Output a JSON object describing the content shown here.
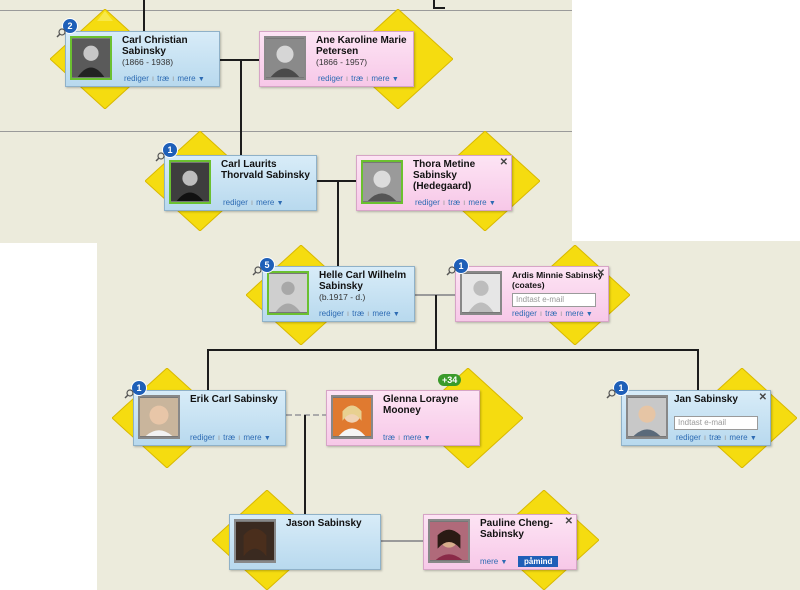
{
  "people": {
    "carl_christian": {
      "name": "Carl Christian Sabinsky",
      "years": "(1866 - 1938)",
      "badge": "2"
    },
    "ane_karoline": {
      "name": "Ane Karoline Marie Petersen",
      "years": "(1866 - 1957)"
    },
    "carl_laurits": {
      "name": "Carl Laurits Thorvald Sabinsky",
      "badge": "1"
    },
    "thora": {
      "name": "Thora Metine Sabinsky (Hedegaard)"
    },
    "helle_carl": {
      "name": "Helle Carl Wilhelm Sabinsky",
      "years": "(b.1917 - d.)",
      "badge": "5"
    },
    "ardis": {
      "name": "Ardis Minnie Sabinsky (coates)",
      "badge": "1",
      "email_placeholder": "Indtast e-mail"
    },
    "erik": {
      "name": "Erik Carl Sabinsky",
      "badge": "1"
    },
    "glenna": {
      "name": "Glenna Lorayne Mooney",
      "extra": "+34"
    },
    "jan": {
      "name": "Jan Sabinsky",
      "badge": "1",
      "email_placeholder": "Indtast e-mail"
    },
    "jason": {
      "name": "Jason Sabinsky"
    },
    "pauline": {
      "name": "Pauline Cheng-Sabinsky",
      "remind": "påmind"
    }
  },
  "links": {
    "edit": "rediger",
    "tree": "træ",
    "more": "mere",
    "sep": "ı",
    "caret": "▼"
  },
  "icons": {
    "close": "✕",
    "diamond": "yellow-arrow-diamond",
    "badge": "hint-count-badge",
    "magnifier": "magnifier-icon"
  },
  "colors": {
    "male_card": "#c8e2f3",
    "female_card": "#f9d4ee",
    "diamond": "#f5dc10",
    "background": "#ecebdc",
    "badge": "#1e5fb8"
  }
}
